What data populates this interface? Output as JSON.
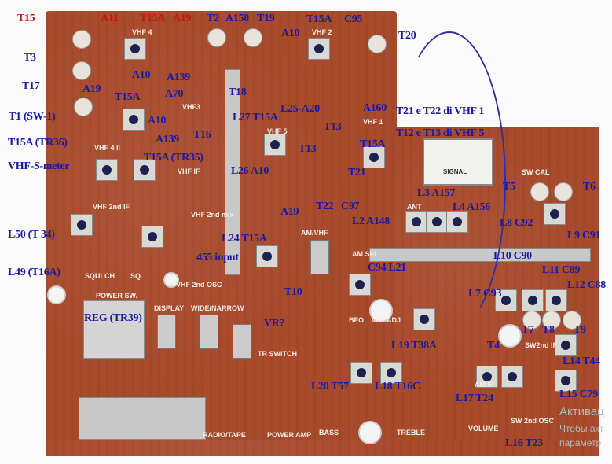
{
  "annotations": [
    {
      "text": "T15",
      "color": "red"
    },
    {
      "text": "A11",
      "color": "red"
    },
    {
      "text": "T15A",
      "color": "red"
    },
    {
      "text": "A19",
      "color": "red"
    },
    {
      "text": "T2"
    },
    {
      "text": "A158"
    },
    {
      "text": "T19"
    },
    {
      "text": "A10"
    },
    {
      "text": "T15A"
    },
    {
      "text": "C95"
    },
    {
      "text": "T20"
    },
    {
      "text": "T3"
    },
    {
      "text": "A10"
    },
    {
      "text": "A139"
    },
    {
      "text": "T17"
    },
    {
      "text": "A19"
    },
    {
      "text": "T15A"
    },
    {
      "text": "A70"
    },
    {
      "text": "T18"
    },
    {
      "text": "T1 (SW-1)"
    },
    {
      "text": "A10"
    },
    {
      "text": "A139"
    },
    {
      "text": "T16"
    },
    {
      "text": "L27 T15A"
    },
    {
      "text": "L25-A20"
    },
    {
      "text": "T13"
    },
    {
      "text": "A160"
    },
    {
      "text": "T21 e T22 di VHF 1"
    },
    {
      "text": "T12 e T13 di VHF 5"
    },
    {
      "text": "T13"
    },
    {
      "text": "T15A"
    },
    {
      "text": "T15A (TR36)"
    },
    {
      "text": "VHF-S-meter"
    },
    {
      "text": "T15A (TR35)"
    },
    {
      "text": "L26 A10"
    },
    {
      "text": "T21"
    },
    {
      "text": "T5"
    },
    {
      "text": "T6"
    },
    {
      "text": "A19"
    },
    {
      "text": "T22"
    },
    {
      "text": "C97"
    },
    {
      "text": "L3 A157"
    },
    {
      "text": "L2 A148"
    },
    {
      "text": "L4 A156"
    },
    {
      "text": "L8 C92"
    },
    {
      "text": "L9 C91"
    },
    {
      "text": "L50 (T 34)"
    },
    {
      "text": "L49 (T16A)"
    },
    {
      "text": "L24 T15A"
    },
    {
      "text": "C94 L21"
    },
    {
      "text": "L10 C90"
    },
    {
      "text": "L11 C89"
    },
    {
      "text": "L12 C88"
    },
    {
      "text": "455 input"
    },
    {
      "text": "REG (TR39)"
    },
    {
      "text": "T10"
    },
    {
      "text": "L7 C93"
    },
    {
      "text": "T7"
    },
    {
      "text": "T8"
    },
    {
      "text": "T9"
    },
    {
      "text": "VR?"
    },
    {
      "text": "L19 T38A"
    },
    {
      "text": "T4"
    },
    {
      "text": "L14 T44"
    },
    {
      "text": "L20 T57"
    },
    {
      "text": "L18 T16C"
    },
    {
      "text": "L17 T24"
    },
    {
      "text": "L16 T23"
    },
    {
      "text": "L15 C79"
    }
  ],
  "silkscreen": [
    "VHF 4",
    "VHF 2",
    "VHF3",
    "VHF 5",
    "VHF 1",
    "VHF 4 II",
    "VHF IF",
    "VHF 2nd IF",
    "VHF 2nd mix",
    "SQULCH",
    "SQ.",
    "POWER SW.",
    "VHF 2nd OSC",
    "DISPLAY",
    "WIDE/NARROW",
    "RADIO/TAPE",
    "POWER AMP",
    "BASS",
    "TREBLE",
    "VOLUME",
    "AM/VHF",
    "AM SEL.",
    "BFO",
    "ANT.ADJ",
    "SW CAL",
    "SW2nd IF",
    "AM IF",
    "SW 2nd OSC",
    "TR SWITCH",
    "SIGNAL",
    "ANT"
  ],
  "watermark": [
    "Активац",
    "Чтобы акт",
    "параметр"
  ],
  "colors": {
    "board": "#a84a2c",
    "label_blue": "#1a1aa8",
    "label_red": "#c81414"
  }
}
